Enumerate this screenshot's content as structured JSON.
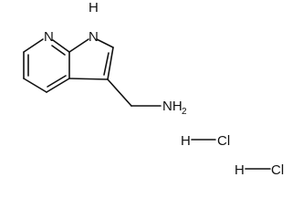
{
  "molecule": {
    "atoms": {
      "pyridine_n": "N",
      "pyrrole_nh": "H",
      "pyrrole_n": "N",
      "amine_n": "NH",
      "amine_sub": "2"
    },
    "salts": [
      {
        "h": "H",
        "cl": "Cl"
      },
      {
        "h": "H",
        "cl": "Cl"
      }
    ]
  },
  "colors": {
    "ink": "#111111",
    "background": "#ffffff"
  }
}
